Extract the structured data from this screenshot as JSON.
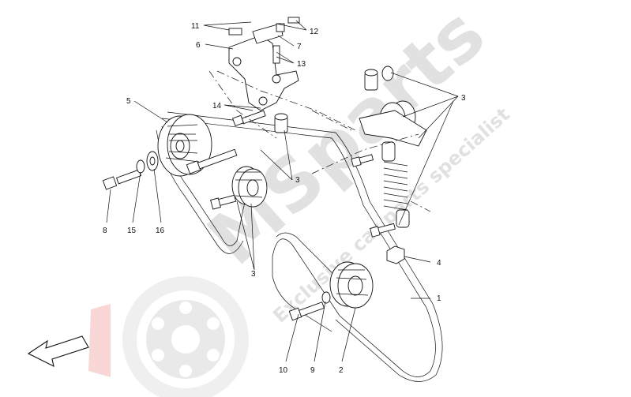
{
  "diagram": {
    "callouts": {
      "c1": "1",
      "c2": "2",
      "c3a": "3",
      "c3b": "3",
      "c3c": "3",
      "c4": "4",
      "c5": "5",
      "c6": "6",
      "c7": "7",
      "c8": "8",
      "c9": "9",
      "c10": "10",
      "c11": "11",
      "c12": "12",
      "c13": "13",
      "c14": "14",
      "c15": "15",
      "c16": "16"
    },
    "watermark": {
      "brand": "MSparts",
      "tagline": "Exclusive car parts specialist"
    }
  }
}
